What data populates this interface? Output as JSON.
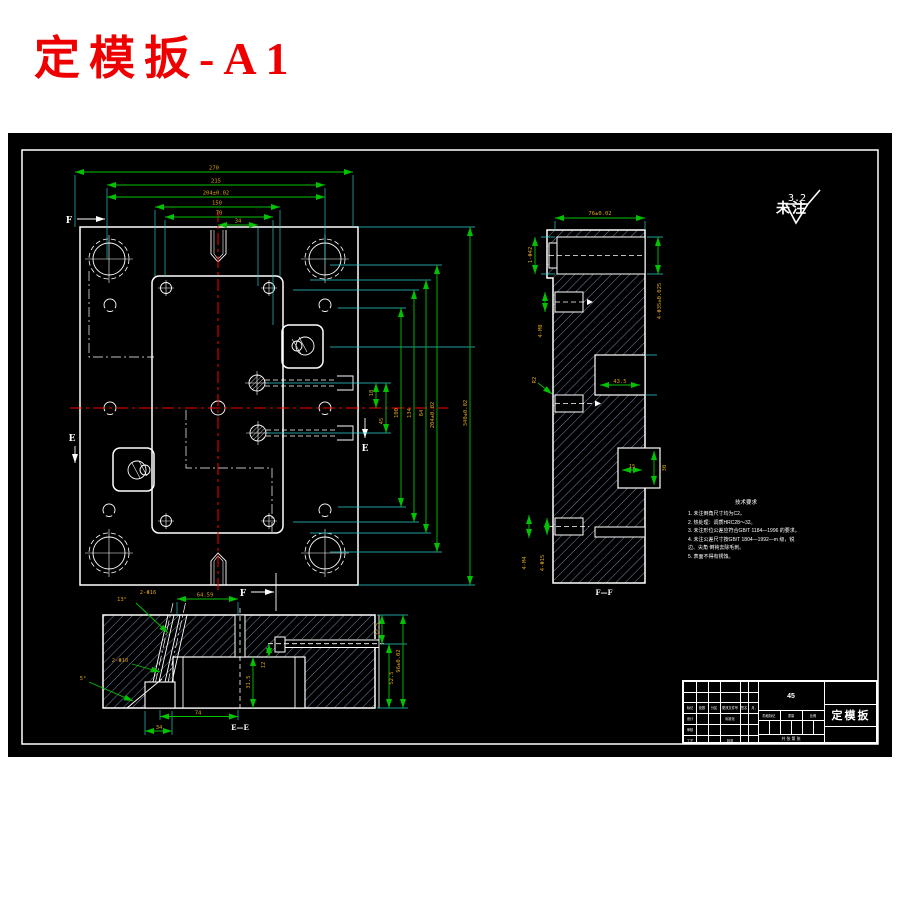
{
  "page_title": "定模扳-A1",
  "roughness": {
    "prefix": "未注",
    "value": "3.2"
  },
  "main_view": {
    "dims_top": [
      "270",
      "215",
      "204±0.02",
      "150",
      "70",
      "34"
    ],
    "dims_right": [
      "18",
      "45",
      "100",
      "134",
      "84",
      "204±0.02",
      "340±0.02"
    ],
    "f_label": "F",
    "e_label": "E"
  },
  "side_view": {
    "dim_width_top": "76±0.02",
    "dim_holes_right": "4-Φ35±0.025",
    "dim_hole_left": "1-Φ42",
    "dim_m8": "4-M8",
    "dim_r2": "R2",
    "dim_m4": "4-M4",
    "dim_phi15": "4-Φ15",
    "dim_notch": "43.5",
    "dim_slot_w": "15",
    "dim_slot_h": "30",
    "label": "F—F"
  },
  "section_view": {
    "dim_top": "64.59",
    "leader_angle_top": "13°",
    "leader_holes_top": "2-Φ16",
    "leader_holes_side": "2-Φ10",
    "leader_angle_side": "5°",
    "dim_recess_depth": "31.5",
    "dim_pin_offset": "12",
    "dim_right_top": "32.5",
    "dim_right_inner": "52.5",
    "dim_right_outer": "96±0.02",
    "dim_bottom_outer": "74",
    "dim_bottom_inner": "34",
    "label": "E—E"
  },
  "notes": {
    "title": "技术要求",
    "items": [
      "1. 未注倒角尺寸均为C2。",
      "2. 热处理：调质HRC28～32。",
      "3. 未注形位公差应符合GB/T 1184—1996 的要求。",
      "4. 未注公差尺寸按GB/T 1804—1992—m 级，锐边、尖角 倒钝去除毛刺。",
      "5. 表面不得有锈蚀。"
    ]
  },
  "title_block": {
    "material": "45",
    "part_name": "定模扳",
    "row_labels": [
      "标记",
      "处数",
      "分区",
      "更改文件号",
      "签名",
      "年、月、日"
    ],
    "left_labels": [
      "设计",
      "标准化",
      "审核",
      "工艺",
      "批准"
    ],
    "mid_labels": [
      "阶段标记",
      "重量",
      "比例"
    ],
    "bottom_label": "共 张 第 张"
  },
  "colors": {
    "background": "#000000",
    "line": "#ffffff",
    "dimension": "#00c200",
    "dim_text": "#d8a018",
    "extension": "#2ed0d0",
    "centerline": "#ff0000",
    "hatch": "#8fa8d6",
    "title": "#ee0000"
  }
}
